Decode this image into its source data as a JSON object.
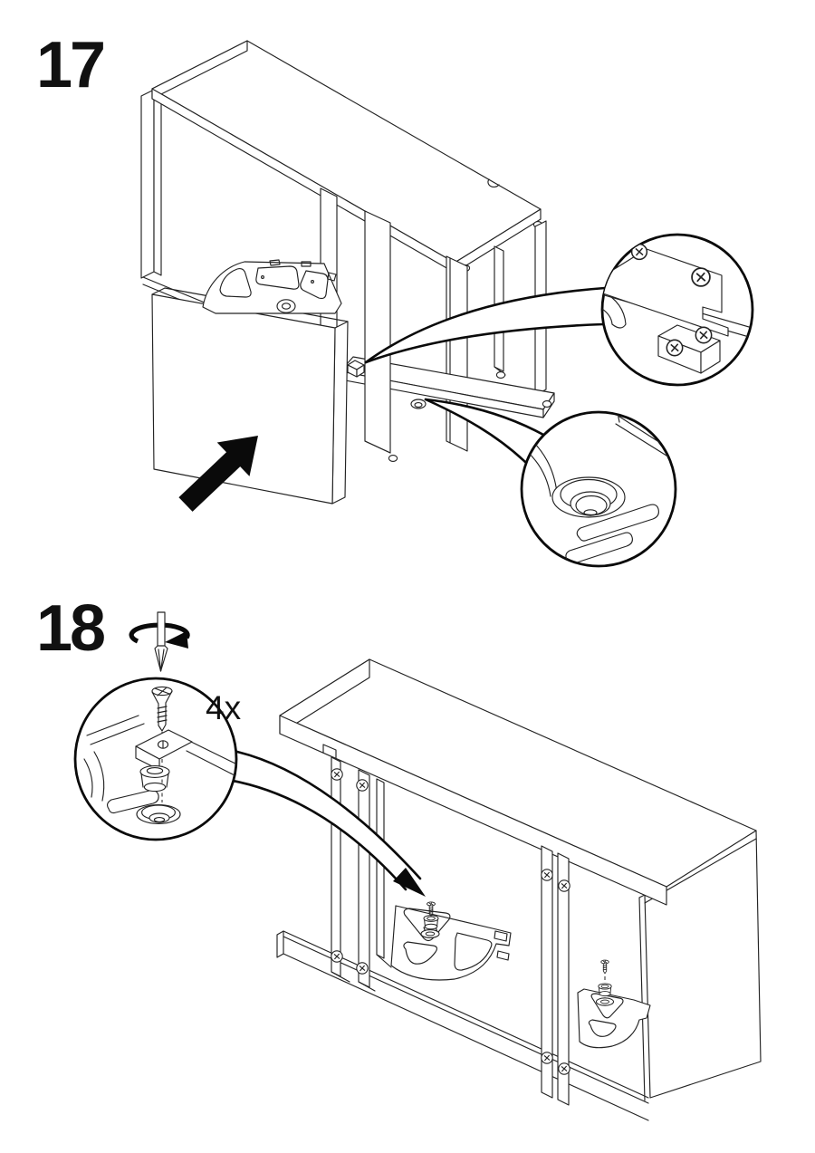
{
  "page": {
    "background": "#ffffff",
    "line_color": "#232323",
    "accent_black": "#0a0a0a"
  },
  "steps": [
    {
      "number": "17",
      "name": "insert-door-with-swivel-plate",
      "icons": [
        "insertion-arrow"
      ],
      "callouts": [
        {
          "name": "corner-bracket-and-block-detail"
        },
        {
          "name": "pivot-cup-recess-detail"
        }
      ]
    },
    {
      "number": "18",
      "name": "fasten-swivel-plates-with-screws",
      "quantity_label": "4x",
      "icons": [
        "phillips-screwdriver",
        "rotation-direction-arrow"
      ],
      "callouts": [
        {
          "name": "screw-bushing-into-pivot-detail"
        }
      ]
    }
  ]
}
